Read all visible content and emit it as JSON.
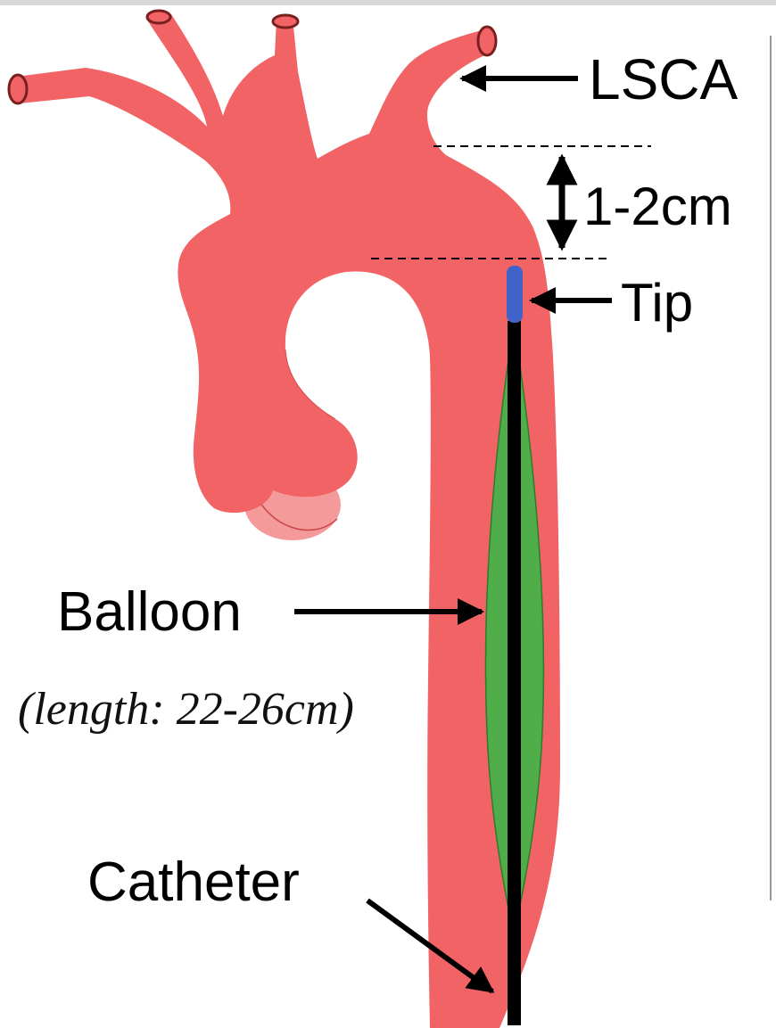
{
  "labels": {
    "lsca": "LSCA",
    "distance": "1-2cm",
    "tip": "Tip",
    "balloon": "Balloon",
    "balloon_length": "(length: 22-26cm)",
    "catheter": "Catheter"
  },
  "colors": {
    "aorta": "#f26366",
    "aortic_valve": "#f49a9a",
    "balloon": "#4fae4a",
    "catheter": "#000000",
    "tip": "#3f63c8",
    "top_strip": "#d9d9d9"
  }
}
